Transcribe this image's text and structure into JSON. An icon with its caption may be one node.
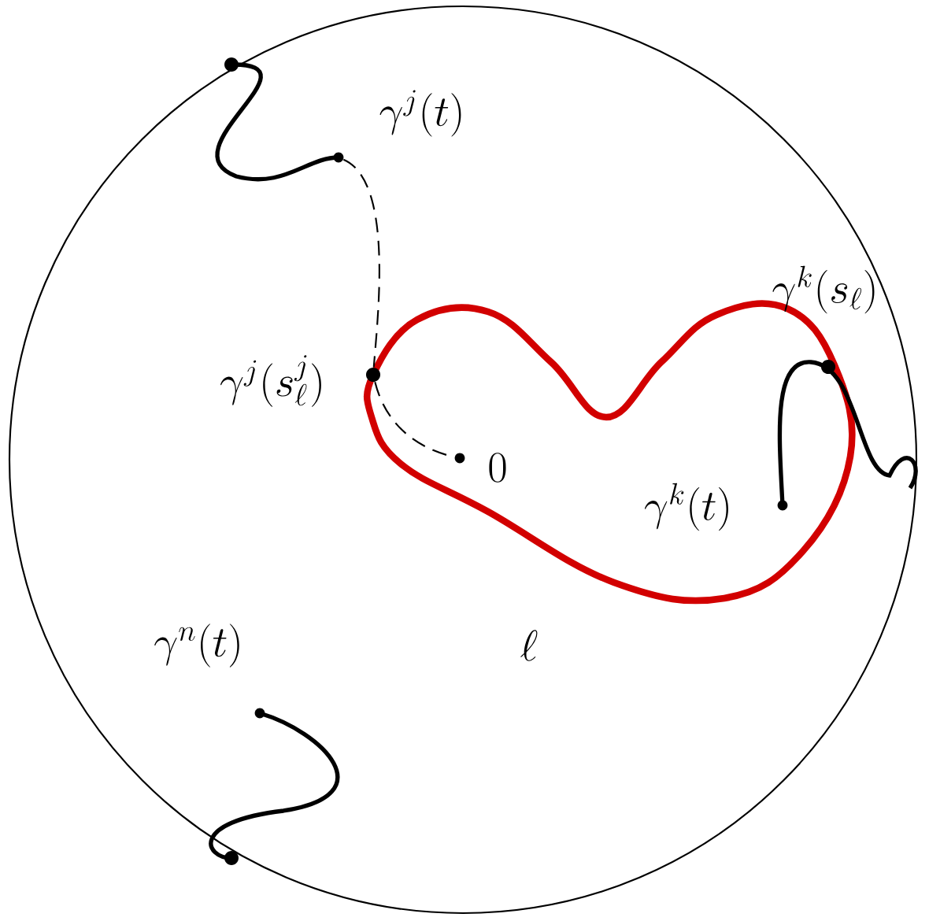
{
  "diagram": {
    "nodes": [
      {
        "text": [],
        "shape": "circle",
        "beside": [
          "\\gamma^j(t)"
        ]
      },
      {
        "text": [],
        "shape": "circle",
        "beside": [
          "\\gamma^j(s^j_\\ell)"
        ]
      },
      {
        "text": [],
        "shape": "circle",
        "beside": [
          "0"
        ]
      },
      {
        "text": [],
        "shape": "circle",
        "beside": [
          "\\gamma^k(s_\\ell)"
        ]
      },
      {
        "text": [],
        "shape": "circle",
        "beside": [
          "\\gamma^k(t)"
        ]
      },
      {
        "text": [],
        "shape": "circle",
        "beside": [
          "\\gamma^n(t)"
        ]
      }
    ],
    "edges": [
      {
        "from": 0,
        "to": 1,
        "arrow": "none",
        "style": "dashed"
      },
      {
        "from": 1,
        "to": 2,
        "arrow": "none",
        "style": "dashed"
      }
    ],
    "labels": [
      "\\ell"
    ]
  }
}
